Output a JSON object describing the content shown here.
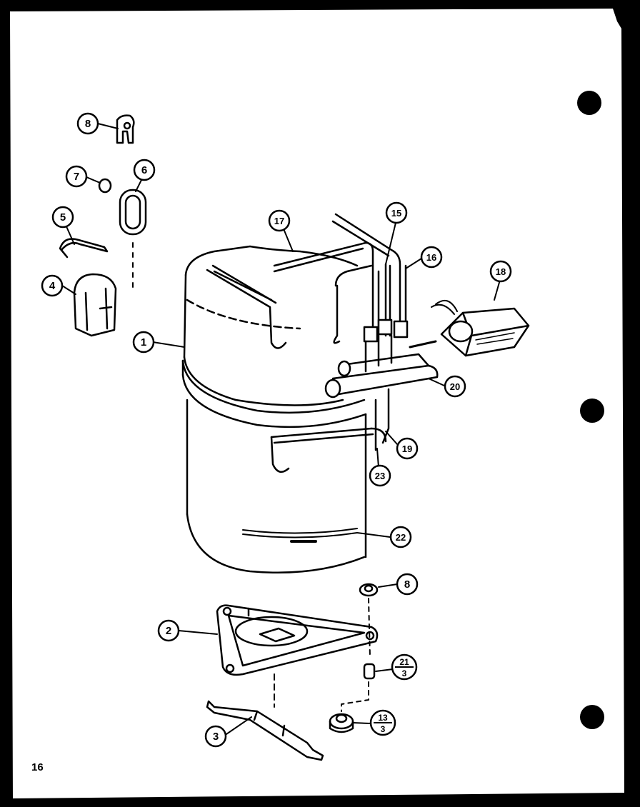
{
  "page_number": "16",
  "callouts": [
    {
      "id": "c8a",
      "label": "8"
    },
    {
      "id": "c7",
      "label": "7"
    },
    {
      "id": "c6",
      "label": "6"
    },
    {
      "id": "c5",
      "label": "5"
    },
    {
      "id": "c4",
      "label": "4"
    },
    {
      "id": "c1",
      "label": "1"
    },
    {
      "id": "c17",
      "label": "17"
    },
    {
      "id": "c15",
      "label": "15"
    },
    {
      "id": "c16",
      "label": "16"
    },
    {
      "id": "c18",
      "label": "18"
    },
    {
      "id": "c20",
      "label": "20"
    },
    {
      "id": "c19",
      "label": "19"
    },
    {
      "id": "c23",
      "label": "23"
    },
    {
      "id": "c22",
      "label": "22"
    },
    {
      "id": "c8b",
      "label": "8"
    },
    {
      "id": "c2",
      "label": "2"
    },
    {
      "id": "c3",
      "label": "3"
    }
  ],
  "fraction_callouts": [
    {
      "id": "f21",
      "top": "21",
      "bottom": "3"
    },
    {
      "id": "f13",
      "top": "13",
      "bottom": "3"
    }
  ]
}
